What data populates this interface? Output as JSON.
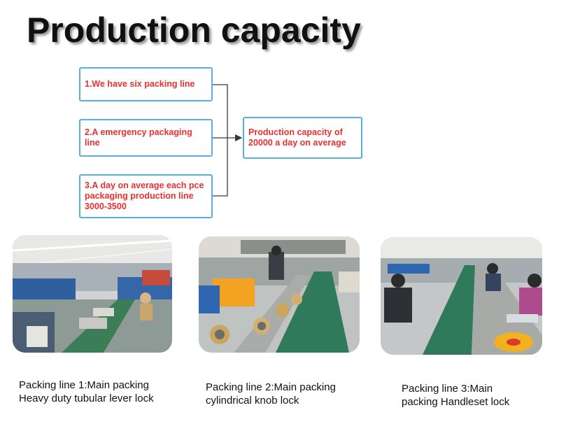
{
  "title": "Production capacity",
  "flow": {
    "box1": "1.We have six packing line",
    "box2": "2.A emergency packaging line",
    "box3": "3.A day on average each pce packaging production line 3000-3500",
    "result": "Production capacity of 20000 a day on average"
  },
  "photos": [
    {
      "caption_line1": "Packing line 1:Main packing",
      "caption_line2": "Heavy duty tubular lever lock"
    },
    {
      "caption_line1": "Packing line 2:Main packing",
      "caption_line2": "cylindrical knob lock"
    },
    {
      "caption_line1": "Packing line 3:Main",
      "caption_line2": "packing Handleset lock"
    }
  ],
  "colors": {
    "accent_text": "#e8312f",
    "box_border": "#5aaee0",
    "conveyor": "#2f7a5a"
  }
}
